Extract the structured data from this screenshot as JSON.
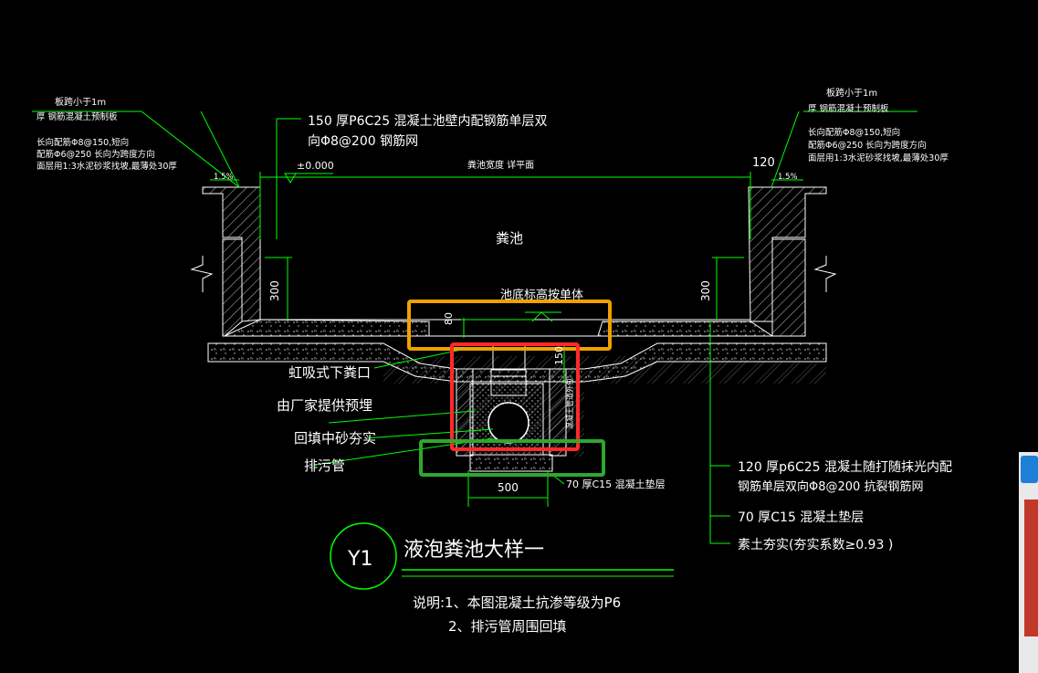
{
  "colors": {
    "background": "#000000",
    "lines": "#ffffff",
    "dimensions": "#00ff00",
    "highlight_orange": "#f0a000",
    "highlight_red": "#ff2a2a",
    "highlight_green": "#2ea82e"
  },
  "left_note": {
    "line1": "板跨小于1m",
    "line2": "厚   钢筋混凝土预制板",
    "line3": "长向配筋Φ8@150,短向",
    "line4": "配筋Φ6@250 长向为跨度方向",
    "line5": "面层用1:3水泥砂浆找坡,最薄处30厚",
    "slope": "1.5%"
  },
  "right_note": {
    "line1": "板跨小于1m",
    "line2": "厚   钢筋混凝土预制板",
    "line3": "长向配筋Φ8@150,短向",
    "line4": "配筋Φ6@250 长向为跨度方向",
    "line5": "面层用1:3水泥砂浆找坡,最薄处30厚",
    "slope": "1.5%",
    "dim": "120"
  },
  "wall_note": {
    "line1": "150  厚P6C25   混凝土池壁内配钢筋单层双",
    "line2": "向Φ8@200   钢筋网"
  },
  "top_labels": {
    "elevation": "±0.000",
    "top_surface": "粪池宽度 详平面"
  },
  "pit_label": "粪池",
  "bottom_elev_note": "池底标高按单体",
  "dims": {
    "left_300": "300",
    "right_300": "300",
    "d80": "80",
    "d150": "150",
    "d500": "500",
    "side_text": "混凝土管道外包"
  },
  "callouts": {
    "siphon": "虹吸式下粪口",
    "factory": "由厂家提供预埋",
    "backfill": "回填中砂夯实",
    "pipe": "排污管",
    "cushion_small": "70 厚C15  混凝土垫层"
  },
  "bottom_right_notes": {
    "line1": "120  厚p6C25   混凝土随打随抹光内配",
    "line2": "钢筋单层双向Φ8@200  抗裂钢筋网",
    "line3": "70  厚C15   混凝土垫层",
    "line4": "素土夯实(夯实系数≥0.93  )"
  },
  "title": {
    "symbol": "Y1",
    "text": "液泡粪池大样一"
  },
  "notes": {
    "line1": "说明:1、本图混凝土抗渗等级为P6",
    "line2": "2、排污管周围回填"
  }
}
